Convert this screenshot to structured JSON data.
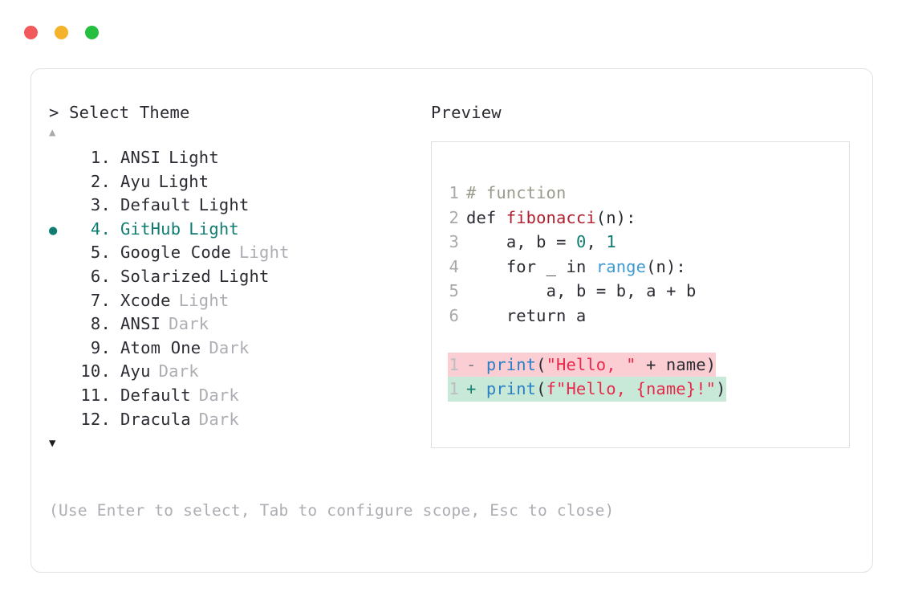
{
  "window": {
    "dots": [
      {
        "name": "close",
        "color": "#f1595b"
      },
      {
        "name": "minimize",
        "color": "#f5b32b"
      },
      {
        "name": "maximize",
        "color": "#24bf3e"
      }
    ]
  },
  "left": {
    "header": "> Select Theme",
    "scroll_up": "▲",
    "scroll_down": "▼",
    "selected_index": 4,
    "selected_marker": "●",
    "items": [
      {
        "num": "1.",
        "name": "ANSI",
        "suffix": "Light",
        "suffix_muted": false,
        "selected": false
      },
      {
        "num": "2.",
        "name": "Ayu",
        "suffix": "Light",
        "suffix_muted": false,
        "selected": false
      },
      {
        "num": "3.",
        "name": "Default",
        "suffix": "Light",
        "suffix_muted": false,
        "selected": false
      },
      {
        "num": "4.",
        "name": "GitHub",
        "suffix": "Light",
        "suffix_muted": false,
        "selected": true
      },
      {
        "num": "5.",
        "name": "Google Code",
        "suffix": "Light",
        "suffix_muted": true,
        "selected": false
      },
      {
        "num": "6.",
        "name": "Solarized",
        "suffix": "Light",
        "suffix_muted": false,
        "selected": false
      },
      {
        "num": "7.",
        "name": "Xcode",
        "suffix": "Light",
        "suffix_muted": true,
        "selected": false
      },
      {
        "num": "8.",
        "name": "ANSI",
        "suffix": "Dark",
        "suffix_muted": true,
        "selected": false
      },
      {
        "num": "9.",
        "name": "Atom One",
        "suffix": "Dark",
        "suffix_muted": true,
        "selected": false
      },
      {
        "num": "10.",
        "name": "Ayu",
        "suffix": "Dark",
        "suffix_muted": true,
        "selected": false
      },
      {
        "num": "11.",
        "name": "Default",
        "suffix": "Dark",
        "suffix_muted": true,
        "selected": false
      },
      {
        "num": "12.",
        "name": "Dracula",
        "suffix": "Dark",
        "suffix_muted": true,
        "selected": false
      }
    ],
    "hint": "(Use Enter to select, Tab to configure scope, Esc to close)"
  },
  "right": {
    "label": "Preview",
    "code": {
      "lines": [
        {
          "no": "1",
          "text": "# function"
        },
        {
          "no": "2",
          "text": "def fibonacci(n):"
        },
        {
          "no": "3",
          "text": "    a, b = 0, 1"
        },
        {
          "no": "4",
          "text": "    for _ in range(n):"
        },
        {
          "no": "5",
          "text": "        a, b = b, a + b"
        },
        {
          "no": "6",
          "text": "    return a"
        }
      ],
      "diff": [
        {
          "no": "1",
          "sign": "-",
          "text": "print(\"Hello, \" + name)",
          "kind": "del"
        },
        {
          "no": "1",
          "sign": "+",
          "text": "print(f\"Hello, {name}!\")",
          "kind": "add"
        }
      ]
    }
  },
  "colors": {
    "accent_teal": "#0f7d72",
    "muted_gray": "#adadb4",
    "text_dark": "#2b2b33",
    "diff_del_bg": "#fbced3",
    "diff_add_bg": "#c8e9d7",
    "string_red": "#e8294b",
    "func_red": "#b02030",
    "builtin_blue": "#3e9bd1",
    "comment_olive": "#9b9b8d",
    "card_border": "#e2e2e4"
  }
}
